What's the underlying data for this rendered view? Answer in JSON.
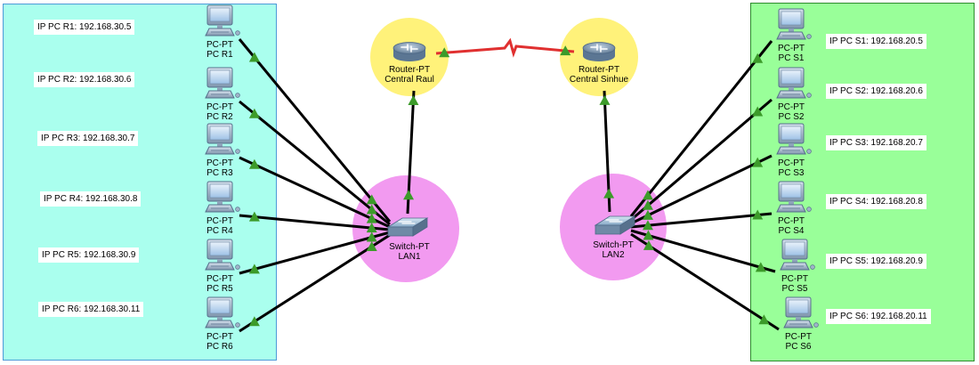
{
  "colors": {
    "left_area": "#aaffee",
    "left_border": "#4d9ad8",
    "right_area": "#99ff99",
    "right_border": "#2e8b2e",
    "router_halo": "#fff27a",
    "switch_halo": "#f29af0",
    "link": "#000000",
    "serial_link": "#e03030",
    "link_light": "#3c9b2a"
  },
  "icons": {
    "pc": "pc-icon",
    "router": "router-icon",
    "switch": "switch-icon"
  },
  "routers": [
    {
      "id": "central-raul",
      "type": "Router-PT",
      "name": "Central Raul"
    },
    {
      "id": "central-sinhue",
      "type": "Router-PT",
      "name": "Central Sinhue"
    }
  ],
  "switches": [
    {
      "id": "lan1",
      "type": "Switch-PT",
      "name": "LAN1"
    },
    {
      "id": "lan2",
      "type": "Switch-PT",
      "name": "LAN2"
    }
  ],
  "left_pcs": [
    {
      "type": "PC-PT",
      "name": "PC R1",
      "ip_label": "IP PC R1: 192.168.30.5"
    },
    {
      "type": "PC-PT",
      "name": "PC R2",
      "ip_label": "IP PC R2: 192.168.30.6"
    },
    {
      "type": "PC-PT",
      "name": "PC R3",
      "ip_label": "IP PC R3: 192.168.30.7"
    },
    {
      "type": "PC-PT",
      "name": "PC R4",
      "ip_label": "IP PC R4: 192.168.30.8"
    },
    {
      "type": "PC-PT",
      "name": "PC R5",
      "ip_label": "IP PC R5: 192.168.30.9"
    },
    {
      "type": "PC-PT",
      "name": "PC R6",
      "ip_label": "IP PC R6: 192.168.30.11"
    }
  ],
  "right_pcs": [
    {
      "type": "PC-PT",
      "name": "PC S1",
      "ip_label": "IP PC S1: 192.168.20.5"
    },
    {
      "type": "PC-PT",
      "name": "PC S2",
      "ip_label": "IP PC S2: 192.168.20.6"
    },
    {
      "type": "PC-PT",
      "name": "PC S3",
      "ip_label": "IP PC S3: 192.168.20.7"
    },
    {
      "type": "PC-PT",
      "name": "PC S4",
      "ip_label": "IP PC S4: 192.168.20.8"
    },
    {
      "type": "PC-PT",
      "name": "PC S5",
      "ip_label": "IP PC S5: 192.168.20.9"
    },
    {
      "type": "PC-PT",
      "name": "PC S6",
      "ip_label": "IP PC S6: 192.168.20.11"
    }
  ]
}
